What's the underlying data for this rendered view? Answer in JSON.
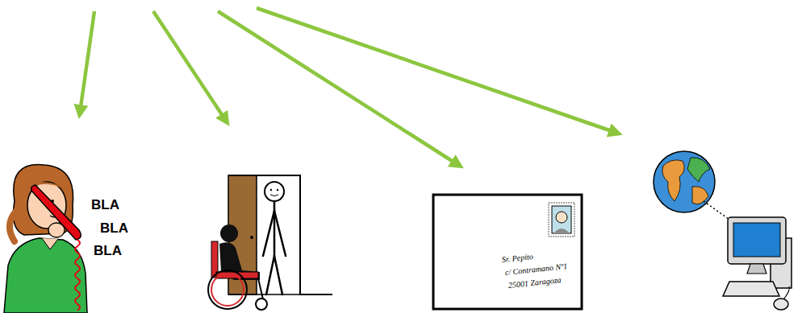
{
  "diagram": {
    "labels": [
      "BLA",
      "BLA",
      "BLA",
      "Sr. Pepito",
      "c/ Contramano Nº1",
      "25001 Zaragoza"
    ]
  }
}
